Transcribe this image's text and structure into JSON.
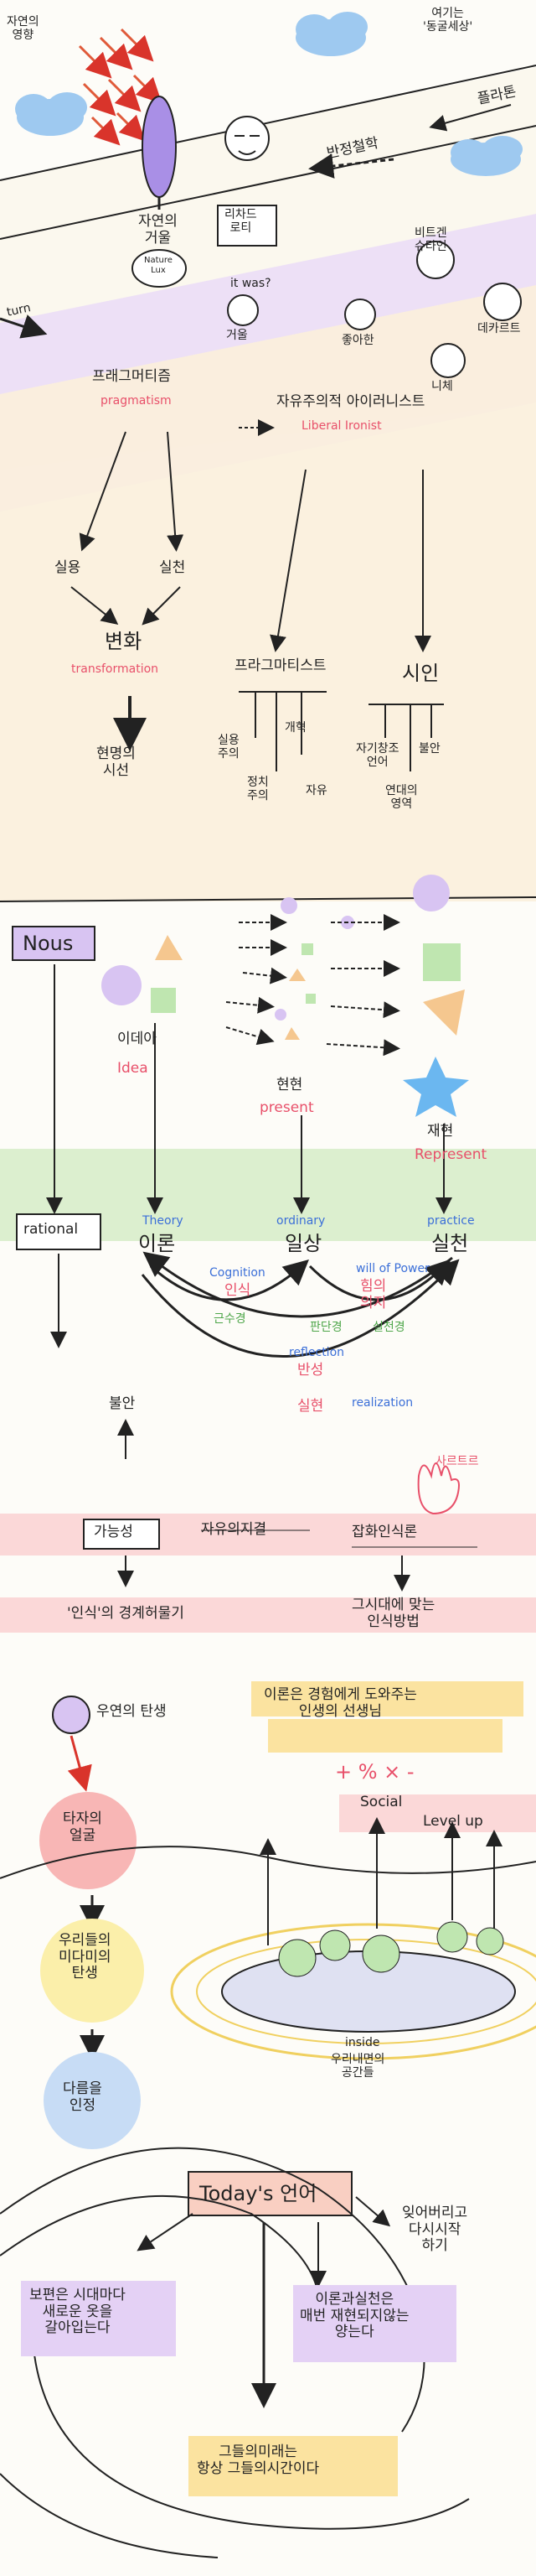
{
  "section1": {
    "sun_label": "자연의\n영향",
    "top_right_label": "여기는\n'동굴세상'",
    "plato_label": "플라톤",
    "pragmatism_label": "반정철학",
    "mirror_label": "자연의\n거울",
    "mirror_tag": "Nature\nLux",
    "rorty_label": "리차드\n로티",
    "turn_label": "turn",
    "faces": [
      {
        "label": "거울"
      },
      {
        "label": "좋아한"
      },
      {
        "label": "니체"
      },
      {
        "label": "비트겐\n슈타인"
      },
      {
        "label": "데카르트"
      }
    ],
    "face_note": "it was?"
  },
  "section2": {
    "pragmatism_kr": "프래그머티즘",
    "pragmatism_en": "pragmatism",
    "liberal_ironist_kr": "자유주의적 아이러니스트",
    "liberal_ironist_en": "Liberal Ironist",
    "belief": "실용",
    "practice": "실천",
    "change_kr": "변화",
    "change_en": "transformation",
    "reality_society": "현명의\n시선",
    "pragmatist": "프라그마티스트",
    "practical_pain": "실용\n주의",
    "change": "개혁",
    "practical_note": "정치\n주의",
    "freedom": "자유",
    "poet": "시인",
    "self_creation": "자기창조\n언어",
    "anxiety": "불안",
    "solidarity": "연대의\n영역"
  },
  "section3": {
    "nous": "Nous",
    "idea_kr": "이데아",
    "idea_en": "Idea",
    "present_kr": "현현",
    "present_en": "present",
    "represent_kr": "재현",
    "represent_en": "Represent",
    "rational": "rational",
    "theory_en": "Theory",
    "theory_kr": "이론",
    "ordinary_en": "ordinary",
    "ordinary_kr": "일상",
    "practice_en": "practice",
    "practice_kr": "실천",
    "cognition_en": "Cognition",
    "cognition_kr": "인식",
    "will_en": "will of Power",
    "will_kr": "힘의\n의지",
    "green1": "근수경",
    "green2": "판단경",
    "green3": "실천경",
    "reflection_en": "reflection",
    "reflection_kr": "반성",
    "realization_en": "realization",
    "realization_kr": "실현",
    "anxiety": "불안",
    "contingency": "가능성",
    "liberal": "자유의지결",
    "inner_know": "잡화인식론",
    "sartre": "사르트르",
    "cognition_limit": "'인식'의 경계허물기",
    "method": "그시대에 맞는\n인식방법"
  },
  "section4": {
    "contingency_birth": "우연의 탄생",
    "other_face": "타자의\n얼굴",
    "pale_quote": "이론은 경험에게 도와주는\n인생의 선생님",
    "symbols": "+ % × -",
    "social": "Social",
    "level_up": "Level up",
    "our_future": "우리들의\n미다미의\n탄생",
    "accept": "다름을\n인정",
    "inside_en": "inside",
    "inside_kr": "우리내면의\n공간들",
    "today_label": "Today's 언어",
    "forget": "잊어버리고\n다시시작\n하기",
    "wear": "보편은 시대마다\n새로운 옷을\n갈아입는다",
    "theory_practice": "이론과실천은\n매번 재현되지않는\n양는다",
    "their_future": "그들의미래는\n항상 그들의시간이다"
  }
}
